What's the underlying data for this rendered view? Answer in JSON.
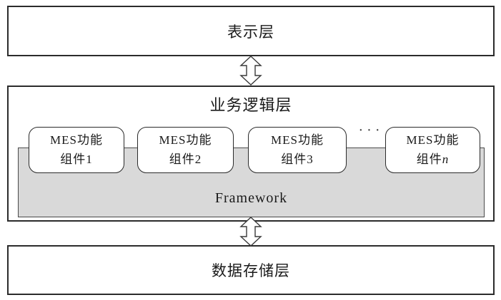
{
  "layers": {
    "presentation": {
      "label": "表示层"
    },
    "business": {
      "label": "业务逻辑层",
      "framework_label": "Framework",
      "ellipsis": "···",
      "components": [
        {
          "line1": "MES功能",
          "line2": "组件1"
        },
        {
          "line1": "MES功能",
          "line2": "组件2"
        },
        {
          "line1": "MES功能",
          "line2": "组件3"
        },
        {
          "line1": "MES功能",
          "line2_prefix": "组件",
          "line2_var": "n"
        }
      ]
    },
    "data_storage": {
      "label": "数据存储层"
    }
  },
  "colors": {
    "background": "#ffffff",
    "box_border": "#2b2b2b",
    "framework_fill": "#d9d9d9",
    "arrow_fill": "#ffffff",
    "arrow_stroke": "#3a3a3a"
  }
}
